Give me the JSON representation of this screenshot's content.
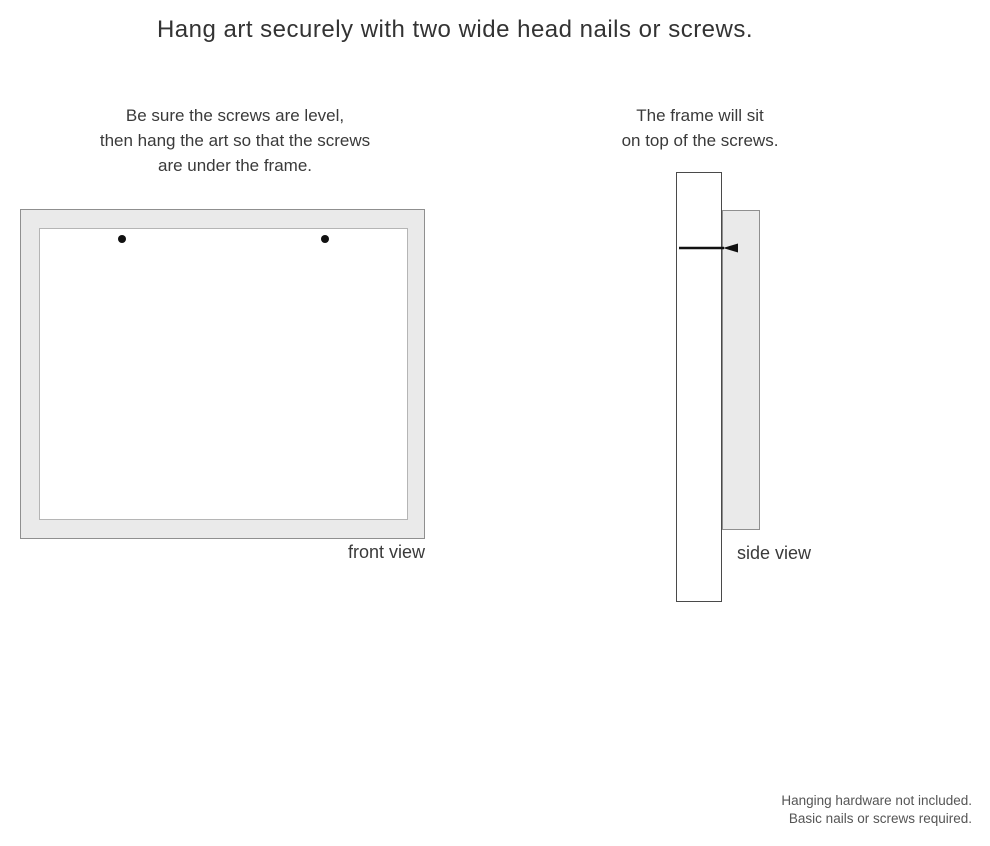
{
  "title": "Hang art securely with two wide head nails or screws.",
  "front_section": {
    "instruction_lines": [
      "Be sure the screws are level,",
      "then hang the art so that the screws",
      "are under the frame."
    ],
    "label": "front view",
    "screws": [
      "left-screw",
      "right-screw"
    ]
  },
  "side_section": {
    "instruction_lines": [
      "The frame will sit",
      "on top of the screws."
    ],
    "label": "side view",
    "icon": "nail-icon"
  },
  "footer": {
    "lines": [
      "Hanging hardware not included.",
      "Basic nails or screws required."
    ]
  },
  "colors": {
    "text": "#3a3a3a",
    "frame_fill": "#eaeaea",
    "frame_border": "#8f8f8f",
    "screw": "#111111"
  }
}
